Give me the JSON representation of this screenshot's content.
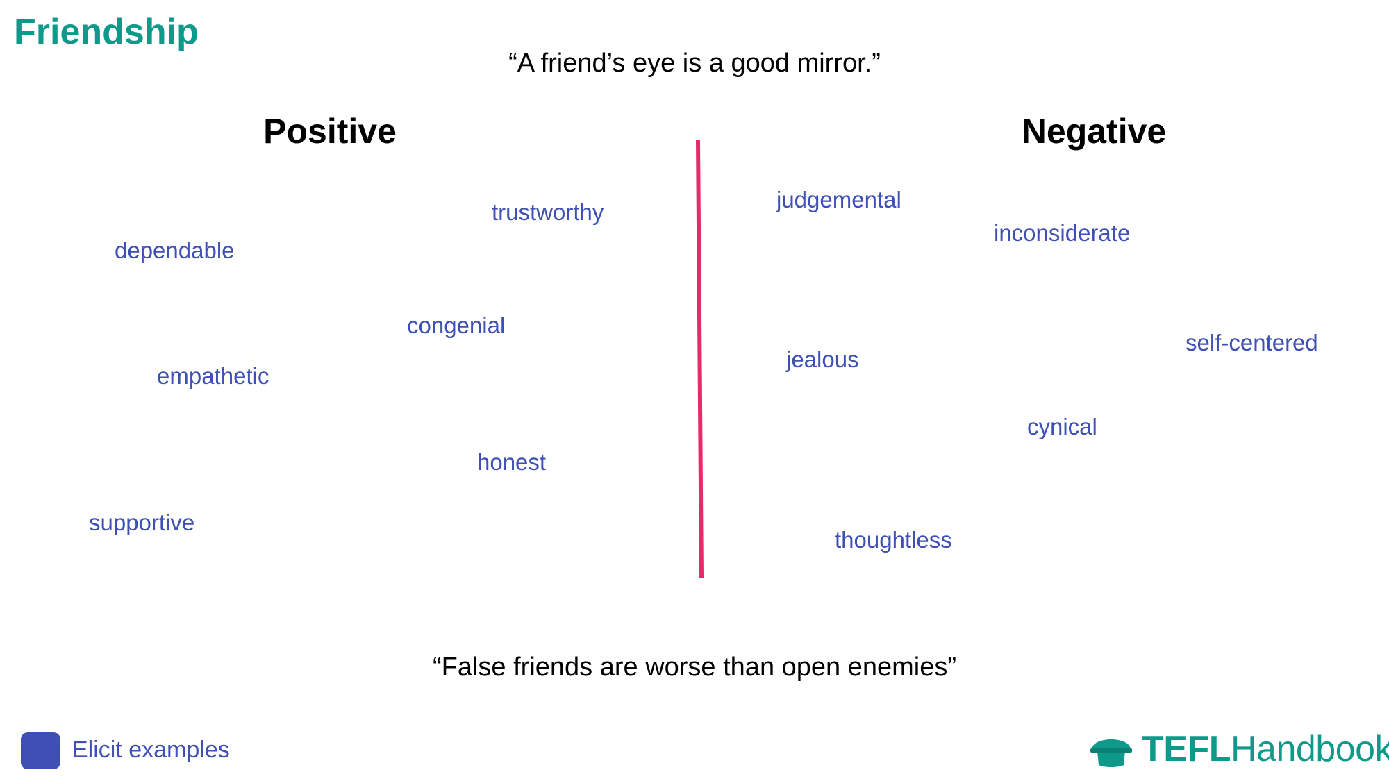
{
  "title": "Friendship",
  "quote_top": "“A friend’s eye is a good mirror.”",
  "quote_bottom": "“False friends are worse than open enemies”",
  "positive": {
    "heading": "Positive",
    "words": [
      "trustworthy",
      "dependable",
      "congenial",
      "empathetic",
      "honest",
      "supportive"
    ]
  },
  "negative": {
    "heading": "Negative",
    "words": [
      "judgemental",
      "inconsiderate",
      "jealous",
      "self-centered",
      "cynical",
      "thoughtless"
    ]
  },
  "legend": {
    "label": "Elicit examples",
    "color": "#3e4fb5"
  },
  "brand": {
    "part1": "TEFL",
    "part2": "Handbook",
    "icon": "graduation-cap-icon",
    "color": "#0e9a8a"
  },
  "colors": {
    "title": "#0e9a8a",
    "divider": "#e8296b",
    "word": "#3e4fb5"
  }
}
